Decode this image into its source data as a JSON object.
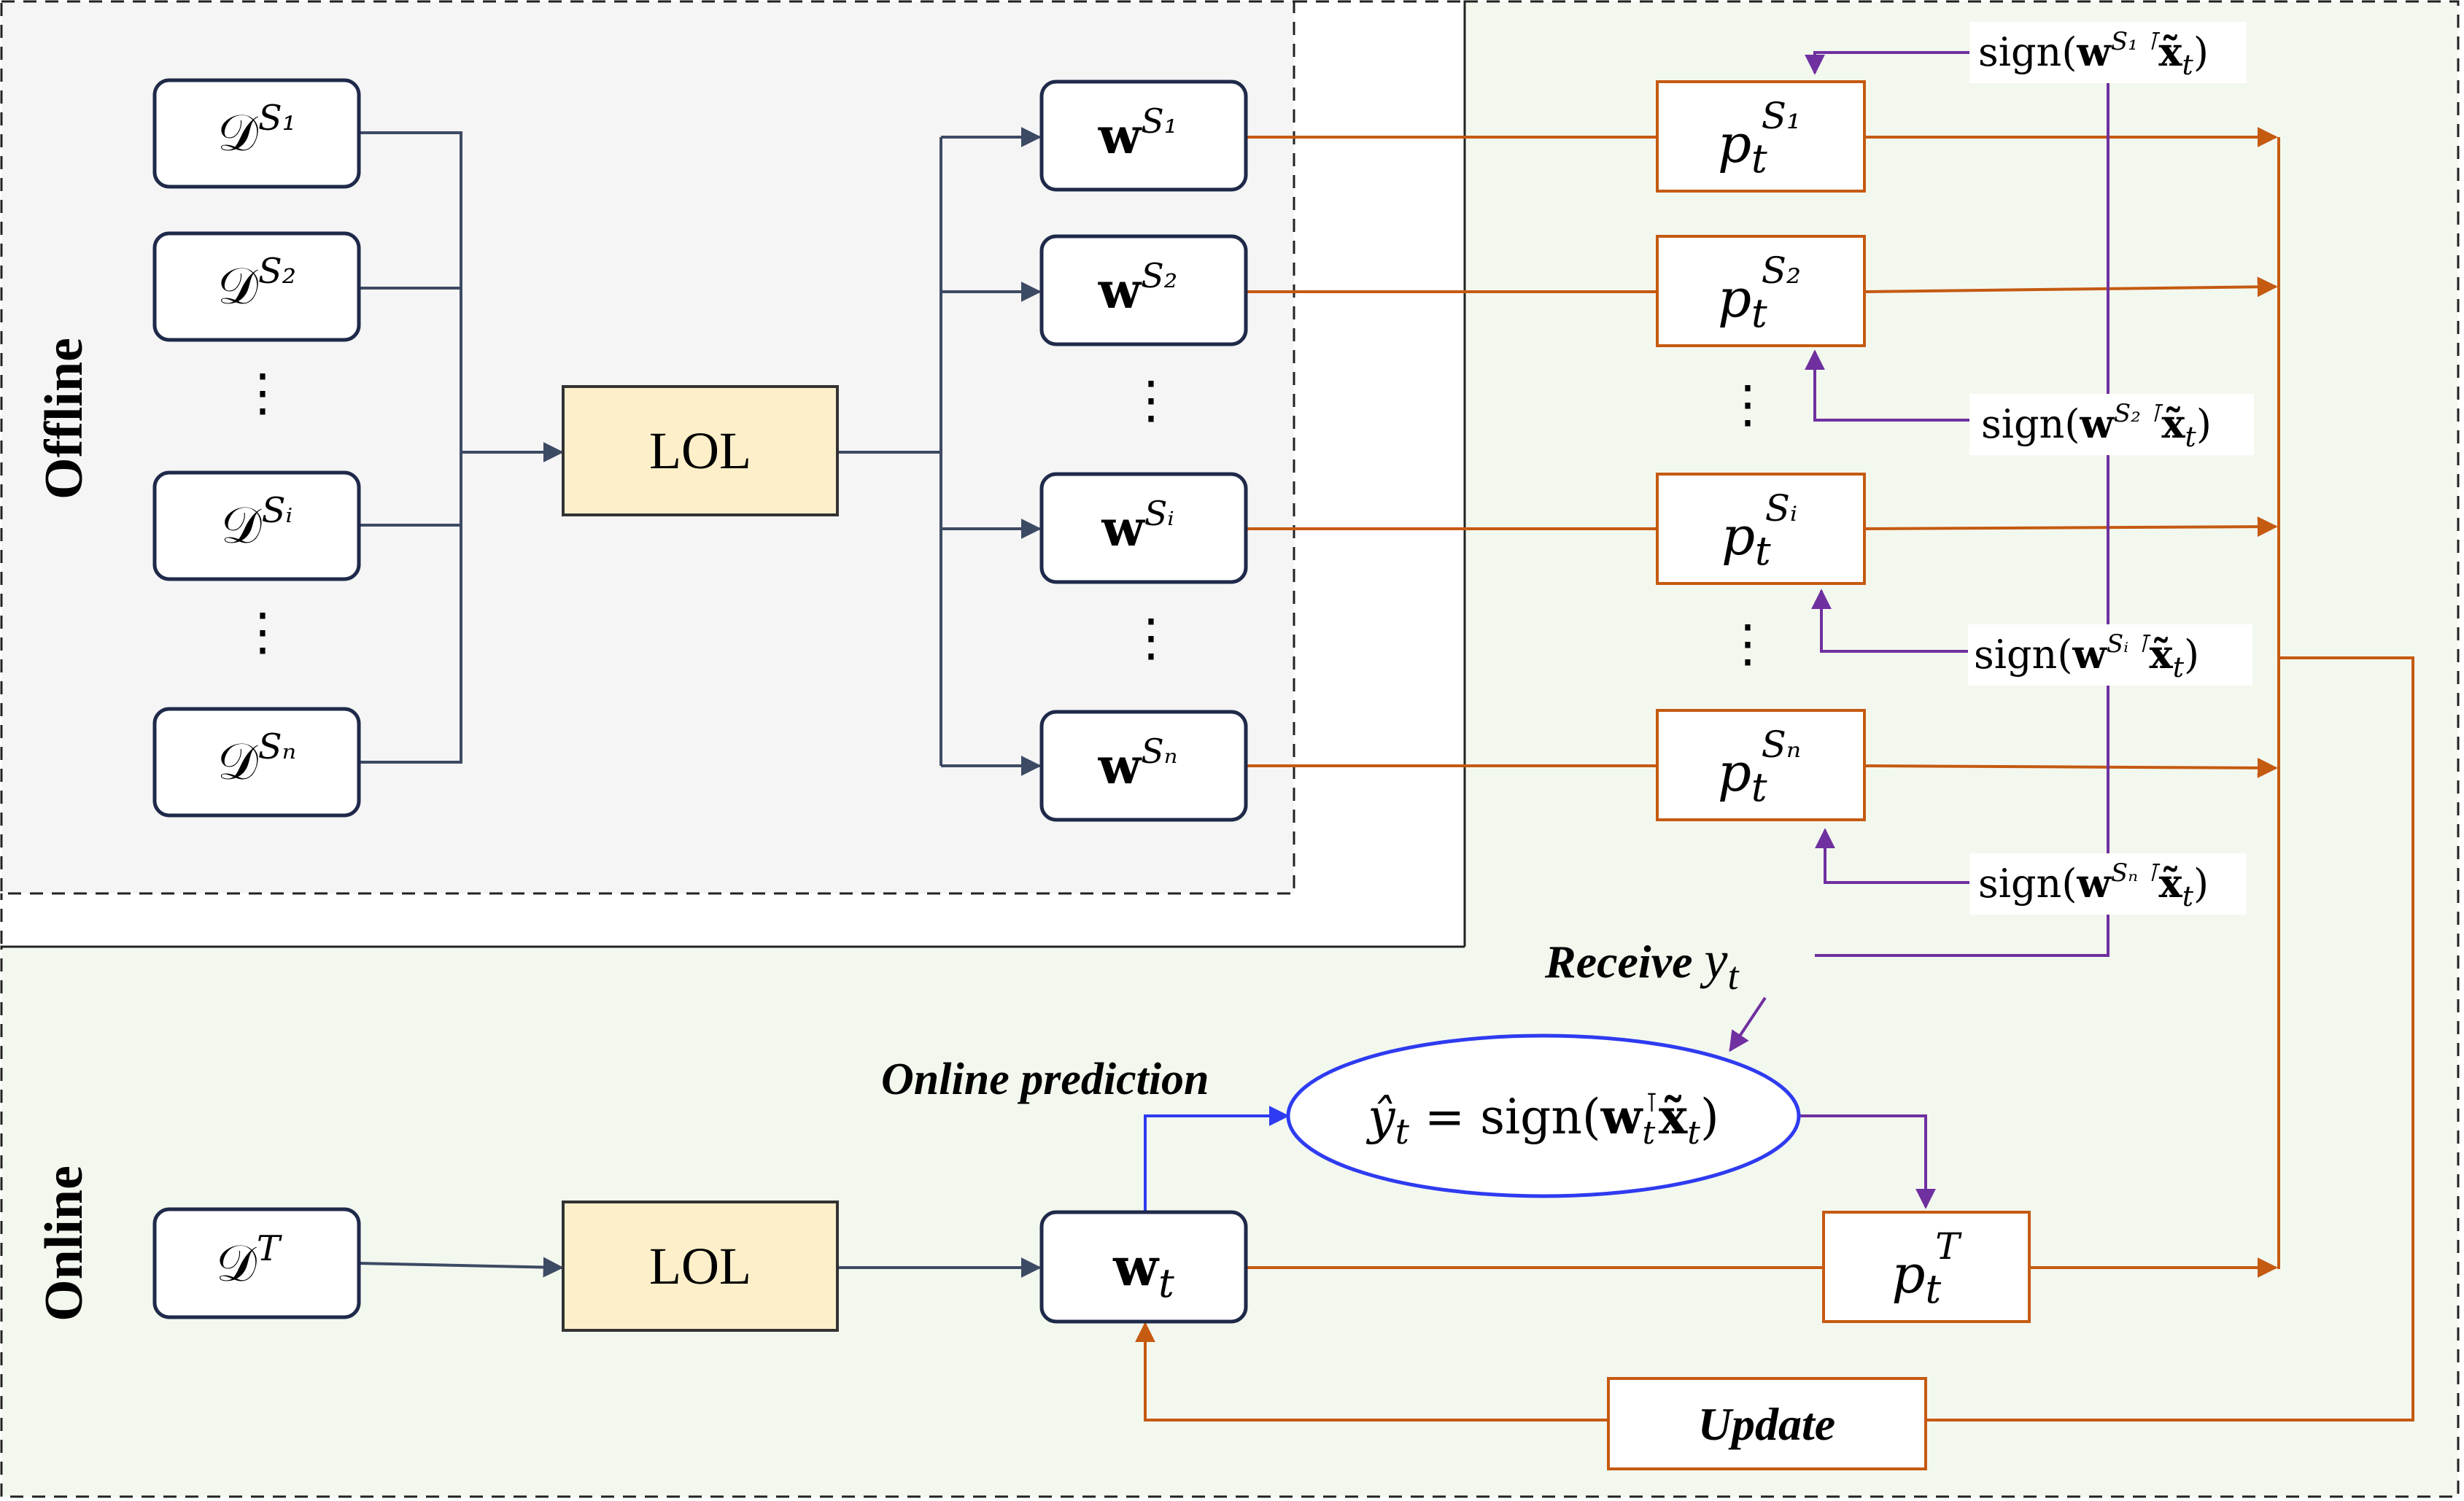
{
  "regions": {
    "offline_label": "Offline",
    "online_label": "Online"
  },
  "sources": [
    "𝒟^{S₁}",
    "𝒟^{S₂}",
    "𝒟^{Sᵢ}",
    "𝒟^{Sₙ}"
  ],
  "source_labels": {
    "d1": {
      "base": "𝒟",
      "sup": "S₁"
    },
    "d2": {
      "base": "𝒟",
      "sup": "S₂"
    },
    "di": {
      "base": "𝒟",
      "sup": "Sᵢ"
    },
    "dn": {
      "base": "𝒟",
      "sup": "Sₙ"
    },
    "dt": {
      "base": "𝒟",
      "sup": "T"
    }
  },
  "lol_label": "LOL",
  "weights": {
    "w1": {
      "base": "w",
      "sup": "S₁"
    },
    "w2": {
      "base": "w",
      "sup": "S₂"
    },
    "wi": {
      "base": "w",
      "sup": "Sᵢ"
    },
    "wn": {
      "base": "w",
      "sup": "Sₙ"
    },
    "wt": {
      "base": "w",
      "sub": "t"
    }
  },
  "predictions": {
    "p1": {
      "base": "p",
      "sub": "t",
      "sup": "S₁"
    },
    "p2": {
      "base": "p",
      "sub": "t",
      "sup": "S₂"
    },
    "pi": {
      "base": "p",
      "sub": "t",
      "sup": "Sᵢ"
    },
    "pn": {
      "base": "p",
      "sub": "t",
      "sup": "Sₙ"
    },
    "pt": {
      "base": "p",
      "sub": "t",
      "sup": "T"
    }
  },
  "sign_labels": {
    "s1": {
      "pre": "sign(",
      "w": "w",
      "sup": "S₁ ⊺",
      "post": "x̃",
      "sub": "t",
      "close": ")"
    },
    "s2": {
      "pre": "sign(",
      "w": "w",
      "sup": "S₂ ⊺",
      "post": "x̃",
      "sub": "t",
      "close": ")"
    },
    "si": {
      "pre": "sign(",
      "w": "w",
      "sup": "Sᵢ ⊺",
      "post": "x̃",
      "sub": "t",
      "close": ")"
    },
    "sn": {
      "pre": "sign(",
      "w": "w",
      "sup": "Sₙ ⊺",
      "post": "x̃",
      "sub": "t",
      "close": ")"
    }
  },
  "ellipse_label": {
    "lhs": "ŷ",
    "lhs_sub": "t",
    "eq": " = sign(",
    "w": "w",
    "w_sub": "t",
    "w_sup": "⊺",
    "x": "x̃",
    "x_sub": "t",
    "close": ")"
  },
  "receive_label": {
    "text": "Receive ",
    "var": "y",
    "sub": "t"
  },
  "online_prediction_label": "Online prediction",
  "update_label": "Update",
  "colors": {
    "slate": "#3d4a63",
    "orange": "#c55a11",
    "purple": "#7030a0",
    "blue": "#2e3bf0",
    "lol_fill": "#fcefc9",
    "offline_bg": "#f5f5f5",
    "online_bg": "#f3f8ef",
    "node_border": "#1f2a4a"
  }
}
